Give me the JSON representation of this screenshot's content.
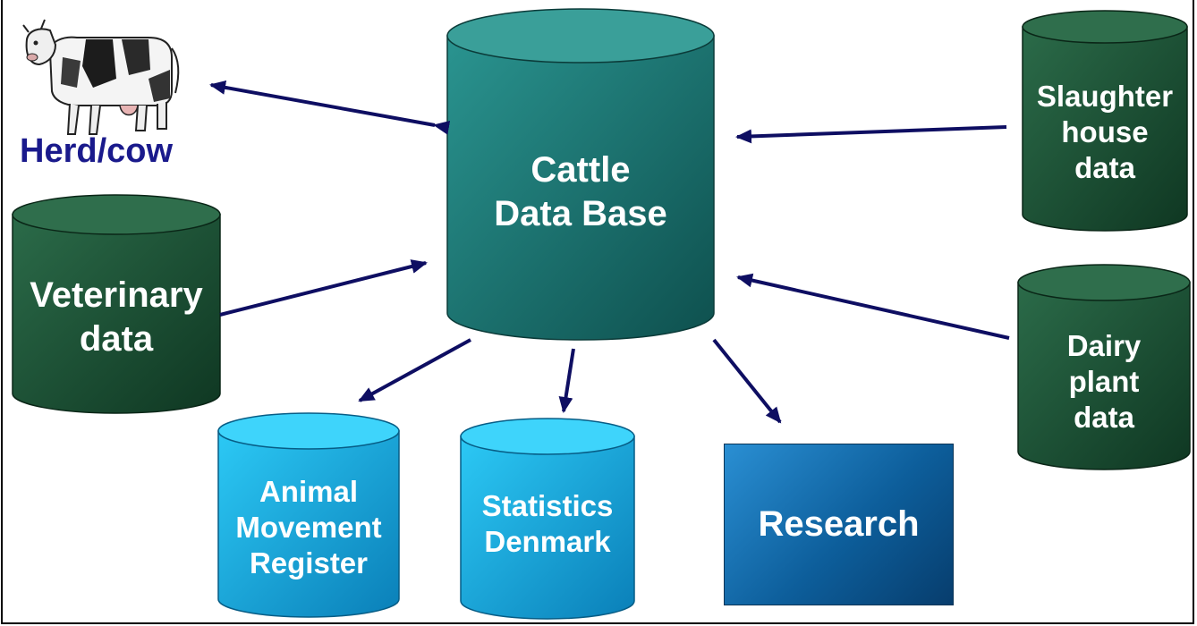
{
  "diagram": {
    "central_db": {
      "label": "Cattle\nData Base",
      "color": "#1e7e7a"
    },
    "herd": {
      "label": "Herd/cow",
      "icon": "cow-icon",
      "color": "#1a1a8c"
    },
    "veterinary": {
      "label": "Veterinary\ndata",
      "color": "#1b4a31"
    },
    "slaughterhouse": {
      "label": "Slaughter\nhouse\ndata",
      "color": "#1b4a31"
    },
    "dairy_plant": {
      "label": "Dairy\nplant\ndata",
      "color": "#1b4a31"
    },
    "animal_movement": {
      "label": "Animal\nMovement\nRegister",
      "color": "#19b7e8"
    },
    "statistics_denmark": {
      "label": "Statistics\nDenmark",
      "color": "#19b7e8"
    },
    "research": {
      "label": "Research",
      "color": "#0d5e9b"
    },
    "arrow_color": "#0e0e62"
  }
}
